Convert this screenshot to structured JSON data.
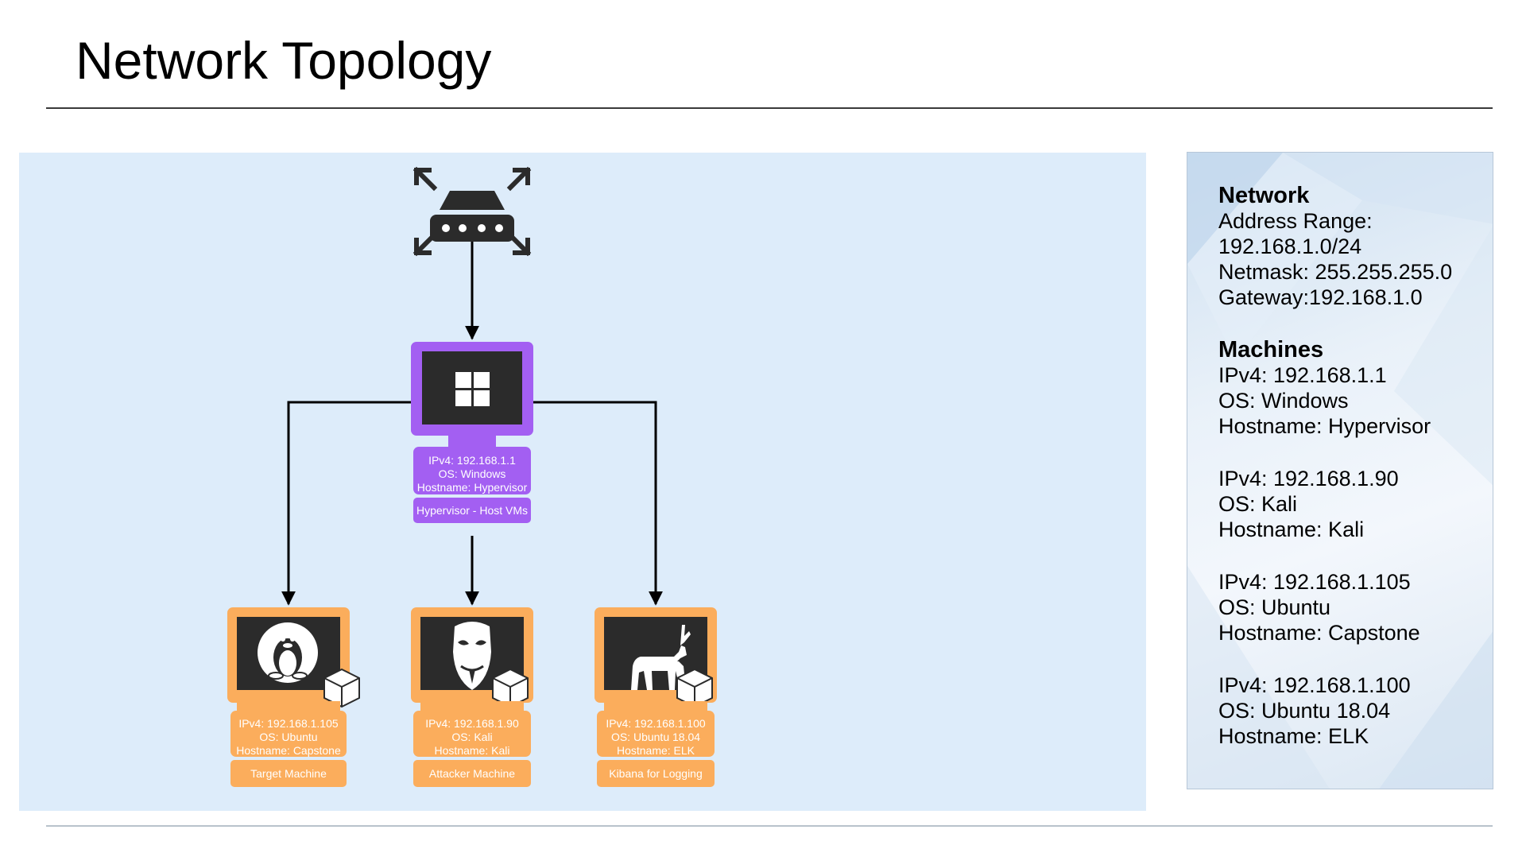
{
  "title": "Network Topology",
  "colors": {
    "diagram_bg": "#ddecfa",
    "hypervisor": "#a35ff2",
    "vm": "#fbad5c",
    "screen": "#2b2b2b",
    "line": "#000000"
  },
  "nodes": {
    "router": {
      "icon": "router-icon"
    },
    "hypervisor": {
      "icon": "windows-logo-icon",
      "ipv4": "IPv4: 192.168.1.1",
      "os": "OS: Windows",
      "hostname": "Hostname: Hypervisor",
      "role": "Hypervisor - Host VMs"
    },
    "target": {
      "icon": "linux-tux-icon",
      "ipv4": "IPv4: 192.168.1.105",
      "os": "OS: Ubuntu",
      "hostname": "Hostname: Capstone",
      "role": "Target Machine"
    },
    "attacker": {
      "icon": "anonymous-mask-icon",
      "ipv4": "IPv4: 192.168.1.90",
      "os": "OS: Kali",
      "hostname": "Hostname: Kali",
      "role": "Attacker Machine"
    },
    "elk": {
      "icon": "elk-deer-icon",
      "ipv4": "IPv4: 192.168.1.100",
      "os": "OS: Ubuntu 18.04",
      "hostname": "Hostname: ELK",
      "role": "Kibana for Logging"
    }
  },
  "info": {
    "network_heading": "Network",
    "network_lines": [
      "Address Range:",
      "192.168.1.0/24",
      "Netmask: 255.255.255.0",
      "Gateway:192.168.1.0"
    ],
    "machines_heading": "Machines",
    "machines": [
      {
        "ipv4": "IPv4: 192.168.1.1",
        "os": "OS: Windows",
        "hostname": "Hostname: Hypervisor"
      },
      {
        "ipv4": "IPv4: 192.168.1.90",
        "os": "OS: Kali",
        "hostname": "Hostname: Kali"
      },
      {
        "ipv4": "IPv4: 192.168.1.105",
        "os": "OS: Ubuntu",
        "hostname": "Hostname: Capstone"
      },
      {
        "ipv4": "IPv4: 192.168.1.100",
        "os": "OS: Ubuntu 18.04",
        "hostname": "Hostname: ELK"
      }
    ]
  }
}
